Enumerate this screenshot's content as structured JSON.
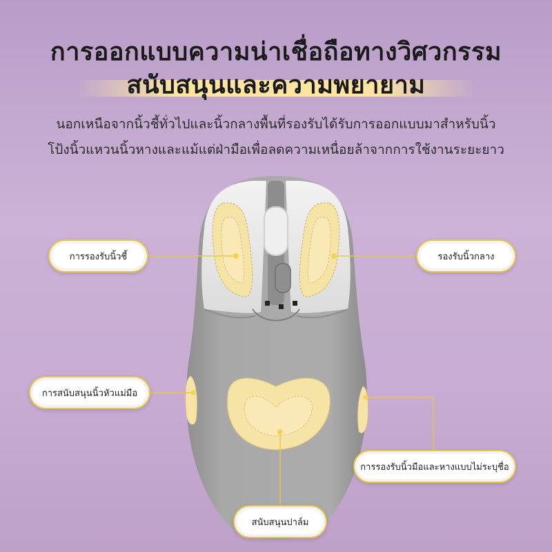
{
  "title": {
    "line1": "การออกแบบความน่าเชื่อถือทางวิศวกรรม",
    "line2": "สนับสนุนและความพยายาม"
  },
  "description": {
    "line1": "นอกเหนือจากนิ้วชี้ทั่วไปและนิ้วกลางพื้นที่รองรับได้รับการออกแบบมาสำหรับนิ้ว",
    "line2": "โป้งนิ้วแหวนนิ้วหางและแม้แต่ฝ่ามือเพื่อลดความเหนื่อยล้าจากการใช้งานระยะยาว"
  },
  "callouts": {
    "index_finger": "การรองรับนิ้วชี้",
    "middle_finger": "รองรับนิ้วกลาง",
    "thumb": "การสนับสนุนนิ้วหัวแม่มือ",
    "ring_pinky": "การรองรับนิ้วมือและหางแบบไม่ระบุชื่อ",
    "palm": "สนับสนุนปาล์ม"
  },
  "colors": {
    "accent_gold": "#e6c64a",
    "pad_yellow": "#f6e3a6",
    "mouse_gray": "#a9a9a9",
    "button_white": "#e9e9e9",
    "background_purple": "#c8acd3"
  }
}
